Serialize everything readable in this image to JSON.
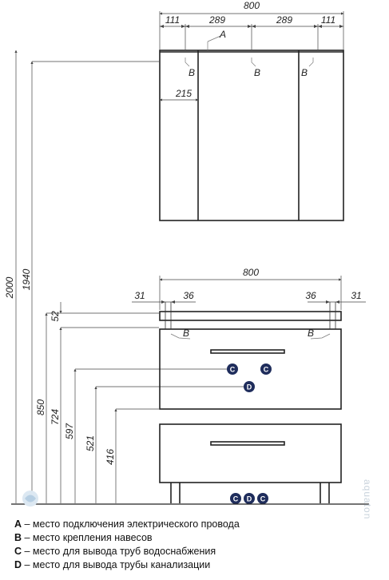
{
  "top_cabinet": {
    "overall_width": "800",
    "segments": [
      "111",
      "289",
      "289",
      "111"
    ],
    "hinge_offset": "215",
    "marker_a": "A",
    "hinge_markers": [
      "B",
      "B",
      "B"
    ]
  },
  "heights": {
    "total": "2000",
    "cabinet_top": "1940",
    "vanity": "850",
    "top_panel": "724",
    "water_upper": "597",
    "drain": "521",
    "water_lower": "416",
    "counter_thickness": "52"
  },
  "vanity": {
    "overall_width": "800",
    "left_offsets": [
      "31",
      "36"
    ],
    "right_offsets": [
      "36",
      "31"
    ],
    "hinge_markers": [
      "B",
      "B"
    ],
    "water_markers": [
      "C",
      "C"
    ],
    "drain_marker": "D",
    "floor_markers": [
      "C",
      "D",
      "C"
    ]
  },
  "legend": [
    {
      "key": "A",
      "text": " – место подключения электрического провода"
    },
    {
      "key": "B",
      "text": " – место крепления навесов"
    },
    {
      "key": "C",
      "text": " – место для вывода труб водоснабжения"
    },
    {
      "key": "D",
      "text": " – место для вывода трубы канализации"
    }
  ],
  "watermark": "aquaton",
  "colors": {
    "line": "#222222",
    "marker_fill": "#1f2d5c",
    "watermark": "#c9d3dc"
  }
}
